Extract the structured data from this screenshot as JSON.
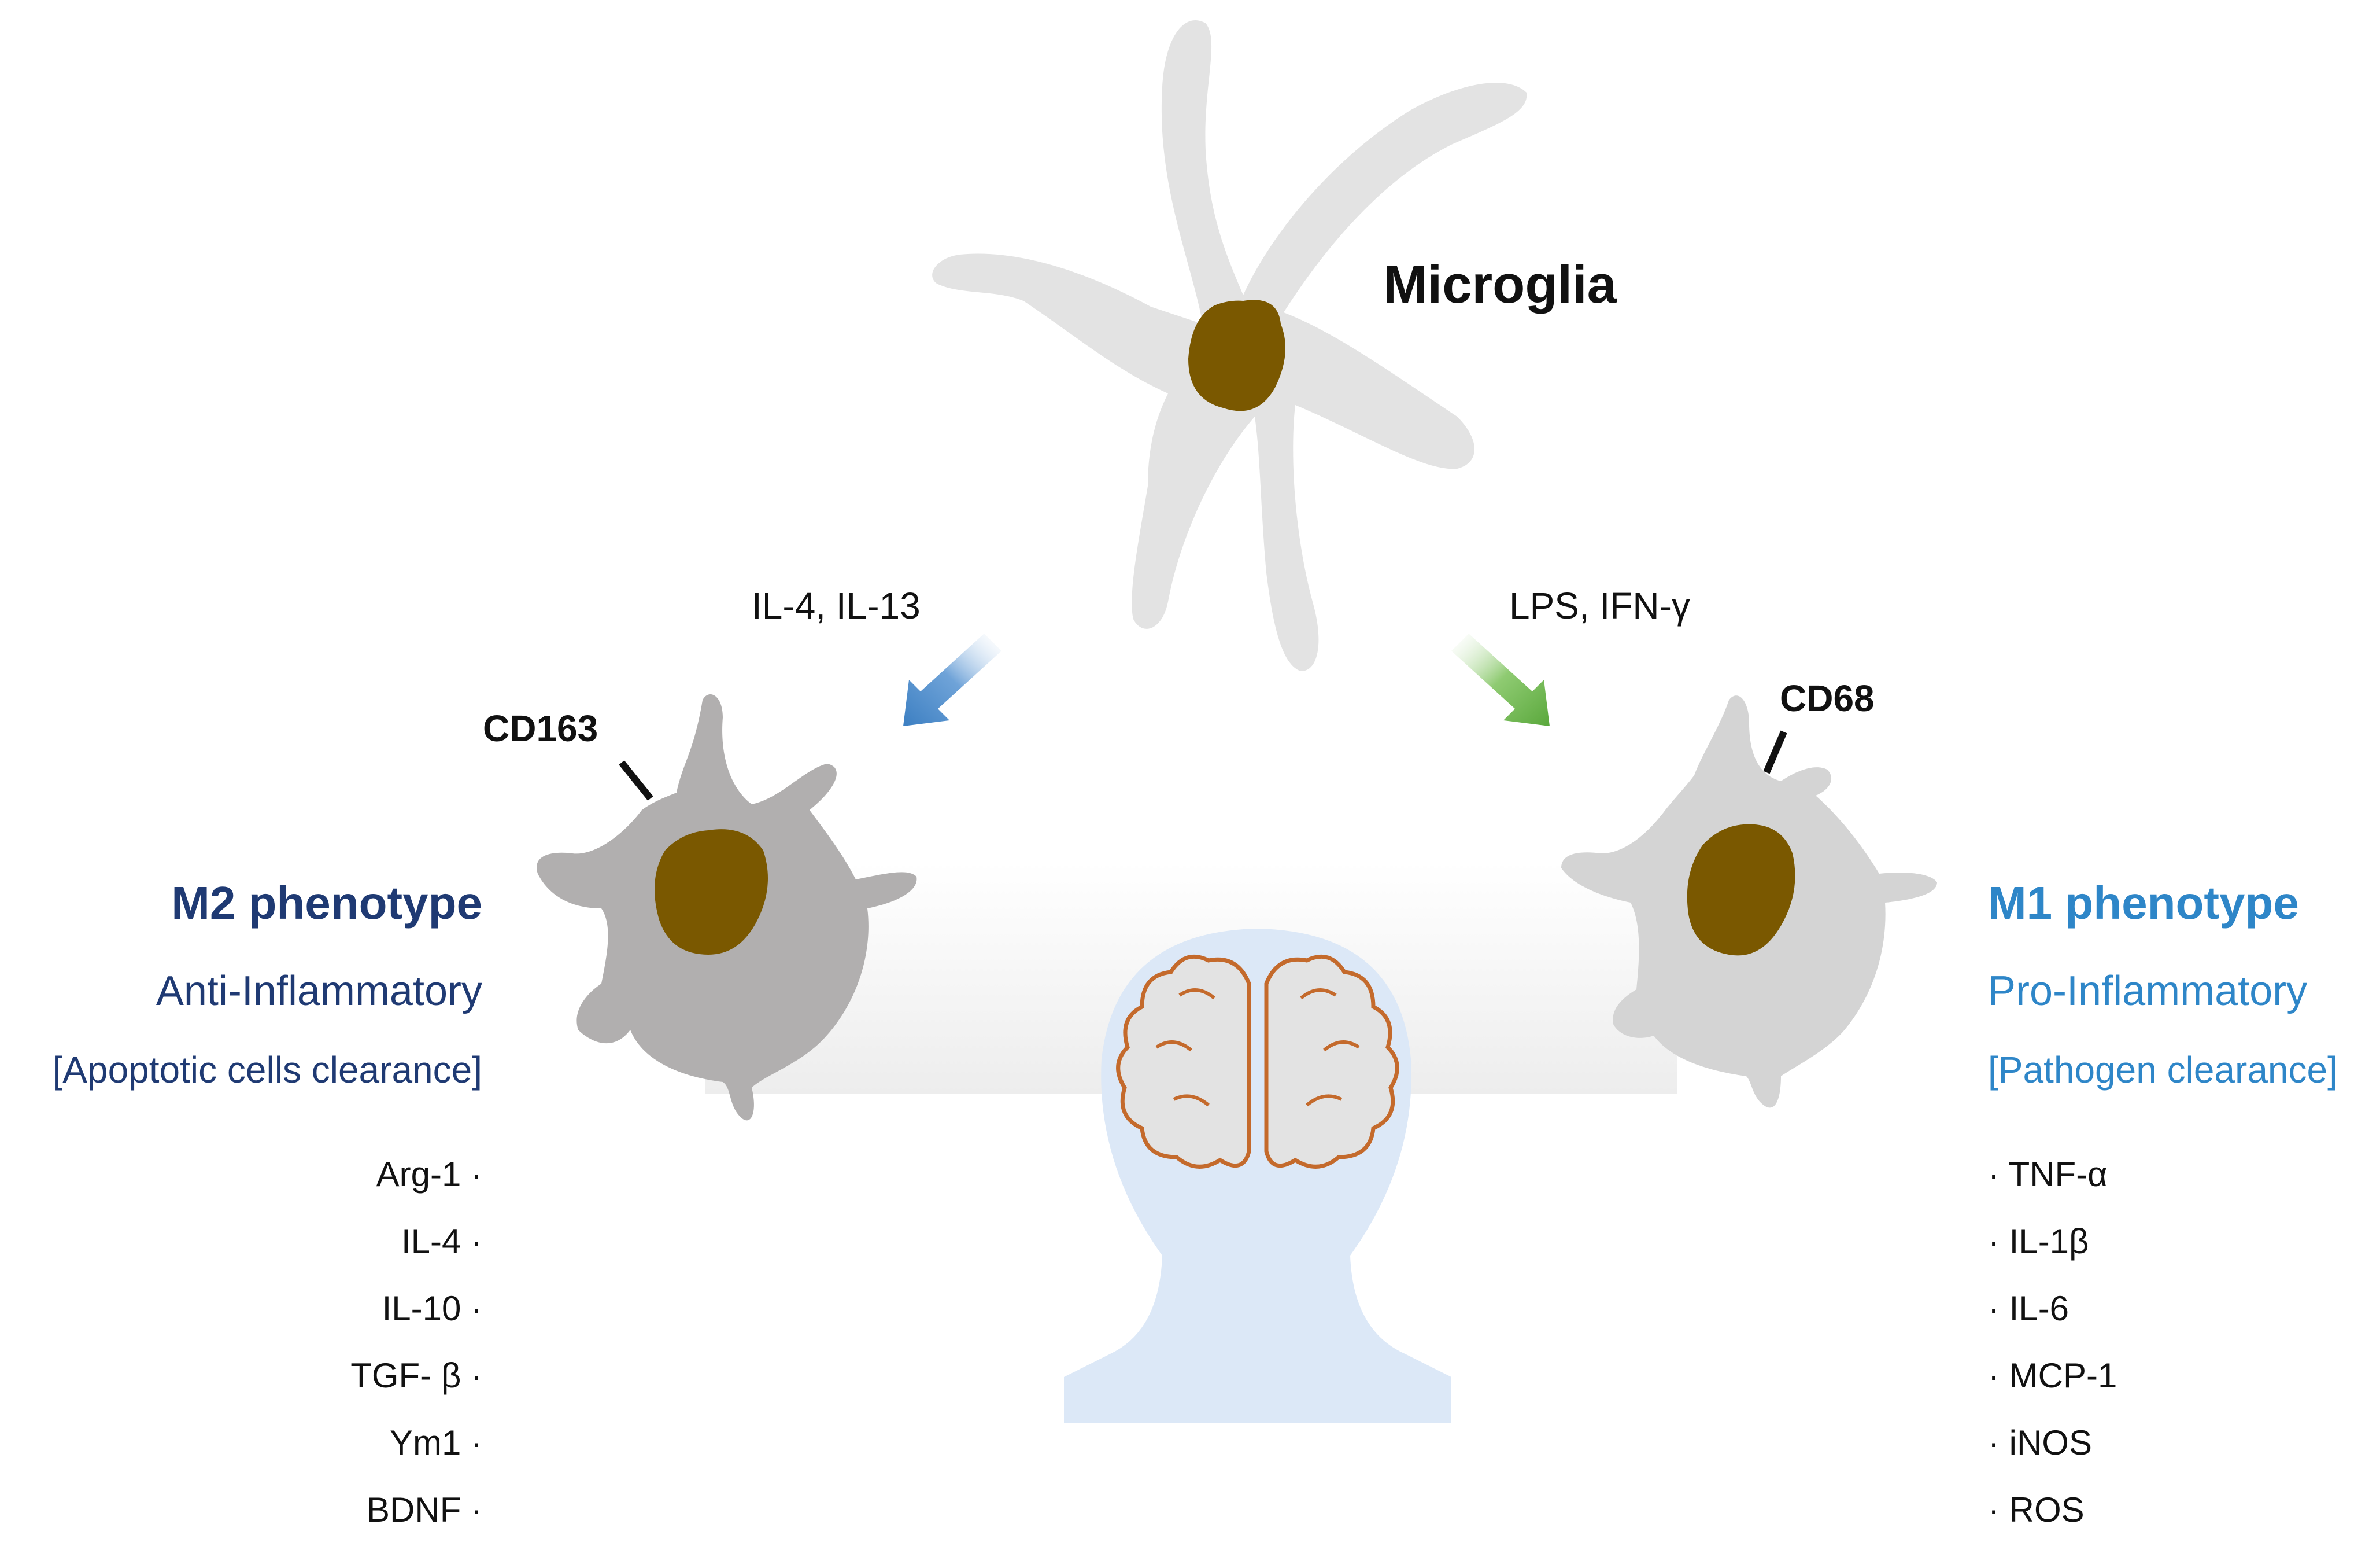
{
  "colors": {
    "m2": "#1F3A73",
    "m1": "#2E86C8",
    "cell_resting": "#E3E3E3",
    "cell_m2": "#B1AFAF",
    "cell_m1": "#D4D4D4",
    "nucleus": "#7A5800",
    "arrow_m2": "#3C7FC2",
    "arrow_m1": "#5AA83C",
    "brain_outline": "#C46A2C",
    "head_silhouette": "#DCE8F7"
  },
  "icons": {
    "resting": "resting-microglia-icon",
    "m2_cell": "m2-microglia-icon",
    "m1_cell": "m1-microglia-icon",
    "brain": "brain-icon",
    "head": "head-silhouette-icon",
    "arrow_m2": "arrow-down-left-icon",
    "arrow_m1": "arrow-down-right-icon"
  },
  "center": {
    "title": "Microglia"
  },
  "stimuli": {
    "m2": "IL-4, IL-13",
    "m1": "LPS, IFN-γ"
  },
  "markers": {
    "m2": "CD163",
    "m1": "CD68"
  },
  "m2": {
    "title": "M2 phenotype",
    "subtitle": "Anti-Inflammatory",
    "role": "[Apoptotic cells clearance]",
    "mediators": [
      "Arg-1 ·",
      "IL-4 ·",
      "IL-10 ·",
      "TGF- β ·",
      "Ym1 ·",
      "BDNF ·"
    ]
  },
  "m1": {
    "title": "M1 phenotype",
    "subtitle": "Pro-Inflammatory",
    "role": "[Pathogen clearance]",
    "mediators": [
      "· TNF-α",
      "· IL-1β",
      "· IL-6",
      "· MCP-1",
      "· iNOS",
      "· ROS"
    ]
  }
}
